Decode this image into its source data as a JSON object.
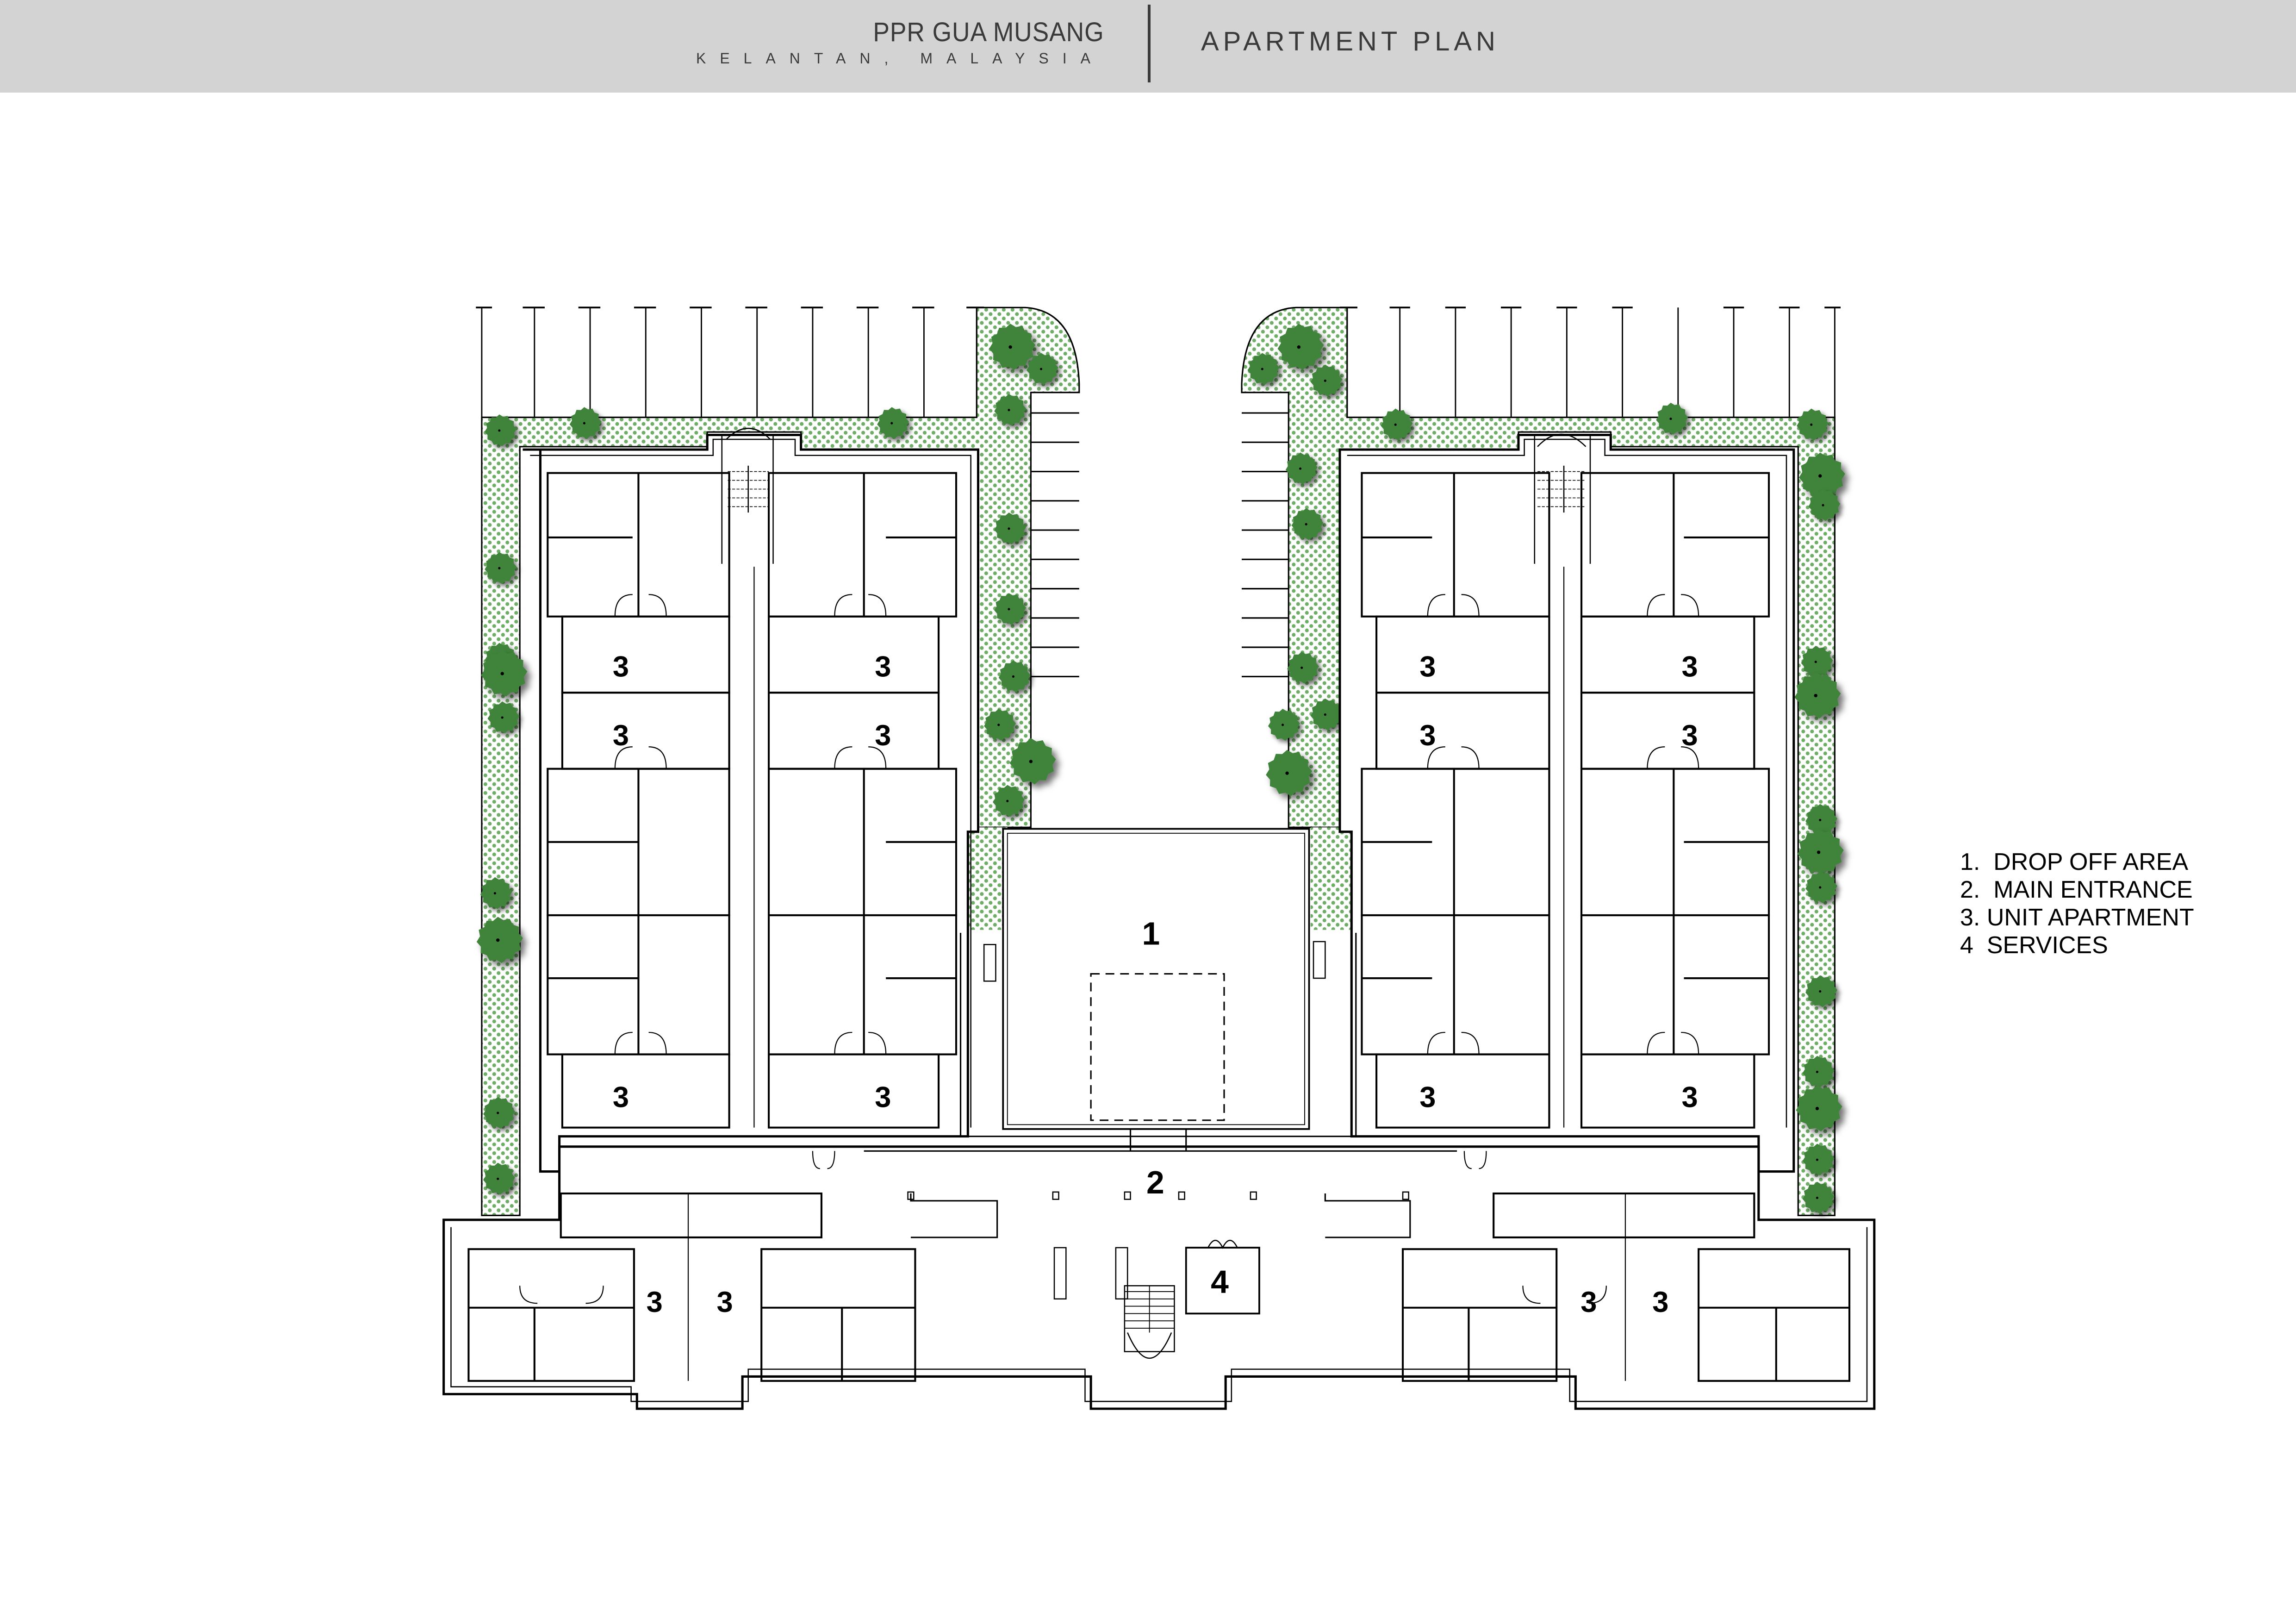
{
  "header": {
    "project_title": "PPR GUA MUSANG",
    "project_location": "KELANTAN, MALAYSIA",
    "sheet_title": "APARTMENT PLAN",
    "background_color": "#d3d3d3",
    "text_color": "#3a3a3a"
  },
  "legend": {
    "items": [
      {
        "number": "1.",
        "label": "DROP OFF AREA",
        "text": "1.  DROP OFF AREA"
      },
      {
        "number": "2.",
        "label": "MAIN ENTRANCE",
        "text": "2.  MAIN ENTRANCE"
      },
      {
        "number": "3.",
        "label": "UNIT APARTMENT",
        "text": "3. UNIT APARTMENT"
      },
      {
        "number": "4",
        "label": "SERVICES",
        "text": "4  SERVICES"
      }
    ]
  },
  "plan": {
    "zone_labels": {
      "drop_off": "1",
      "main_entrance": "2",
      "unit": "3",
      "services": "4"
    },
    "colors": {
      "tree": "#3f833a",
      "landscape_hatch": "#6fae66",
      "line": "#000000"
    }
  }
}
